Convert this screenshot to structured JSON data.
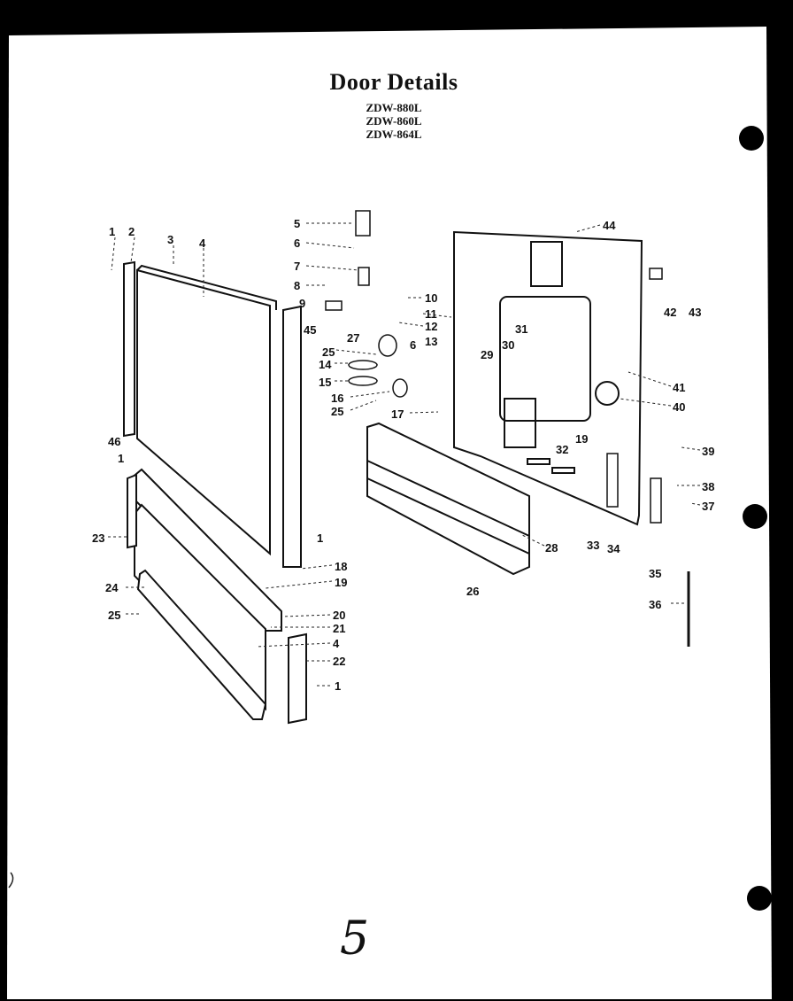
{
  "title": "Door Details",
  "models": [
    "ZDW-880L",
    "ZDW-860L",
    "ZDW-864L"
  ],
  "page_number": "5",
  "callouts": [
    "1",
    "2",
    "3",
    "4",
    "5",
    "6",
    "7",
    "8",
    "9",
    "10",
    "11",
    "12",
    "13",
    "25",
    "27",
    "14",
    "15",
    "16",
    "25",
    "17",
    "6",
    "29",
    "30",
    "31",
    "41",
    "40",
    "19",
    "32",
    "39",
    "38",
    "37",
    "33",
    "34",
    "35",
    "36",
    "28",
    "26",
    "46",
    "1",
    "23",
    "24",
    "25",
    "1",
    "18",
    "19",
    "20",
    "21",
    "4",
    "22",
    "1",
    "44",
    "42",
    "43",
    "45"
  ]
}
